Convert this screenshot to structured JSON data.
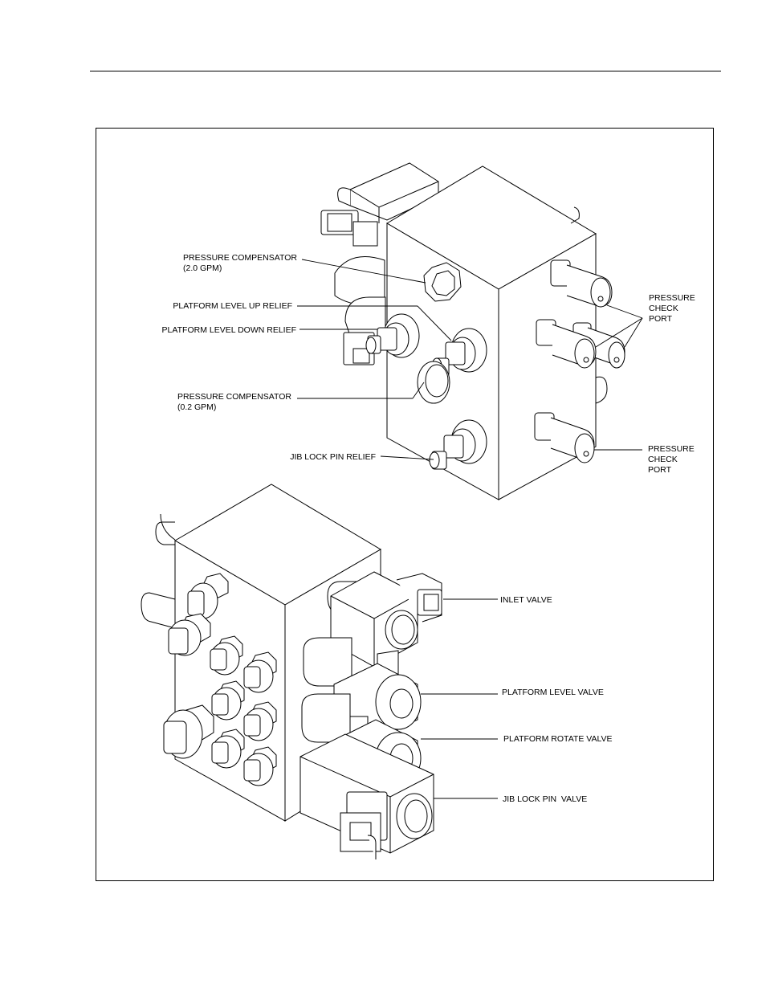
{
  "labels": {
    "pressure_compensator_2": {
      "line1": "PRESSURE COMPENSATOR",
      "line2": "(2.0 GPM)"
    },
    "platform_level_up_relief": "PLATFORM LEVEL UP RELIEF",
    "platform_level_down_relief": "PLATFORM LEVEL DOWN RELIEF",
    "pressure_compensator_02": {
      "line1": "PRESSURE COMPENSATOR",
      "line2": "(0.2 GPM)"
    },
    "jib_lock_pin_relief": "JIB LOCK PIN RELIEF",
    "pressure_check_port_upper": {
      "line1": "PRESSURE",
      "line2": "CHECK",
      "line3": "PORT"
    },
    "pressure_check_port_lower": {
      "line1": "PRESSURE",
      "line2": "CHECK",
      "line3": "PORT"
    },
    "inlet_valve": "INLET VALVE",
    "platform_level_valve": "PLATFORM LEVEL VALVE",
    "platform_rotate_valve": "PLATFORM ROTATE VALVE",
    "jib_lock_pin_valve": "JIB LOCK PIN  VALVE"
  }
}
